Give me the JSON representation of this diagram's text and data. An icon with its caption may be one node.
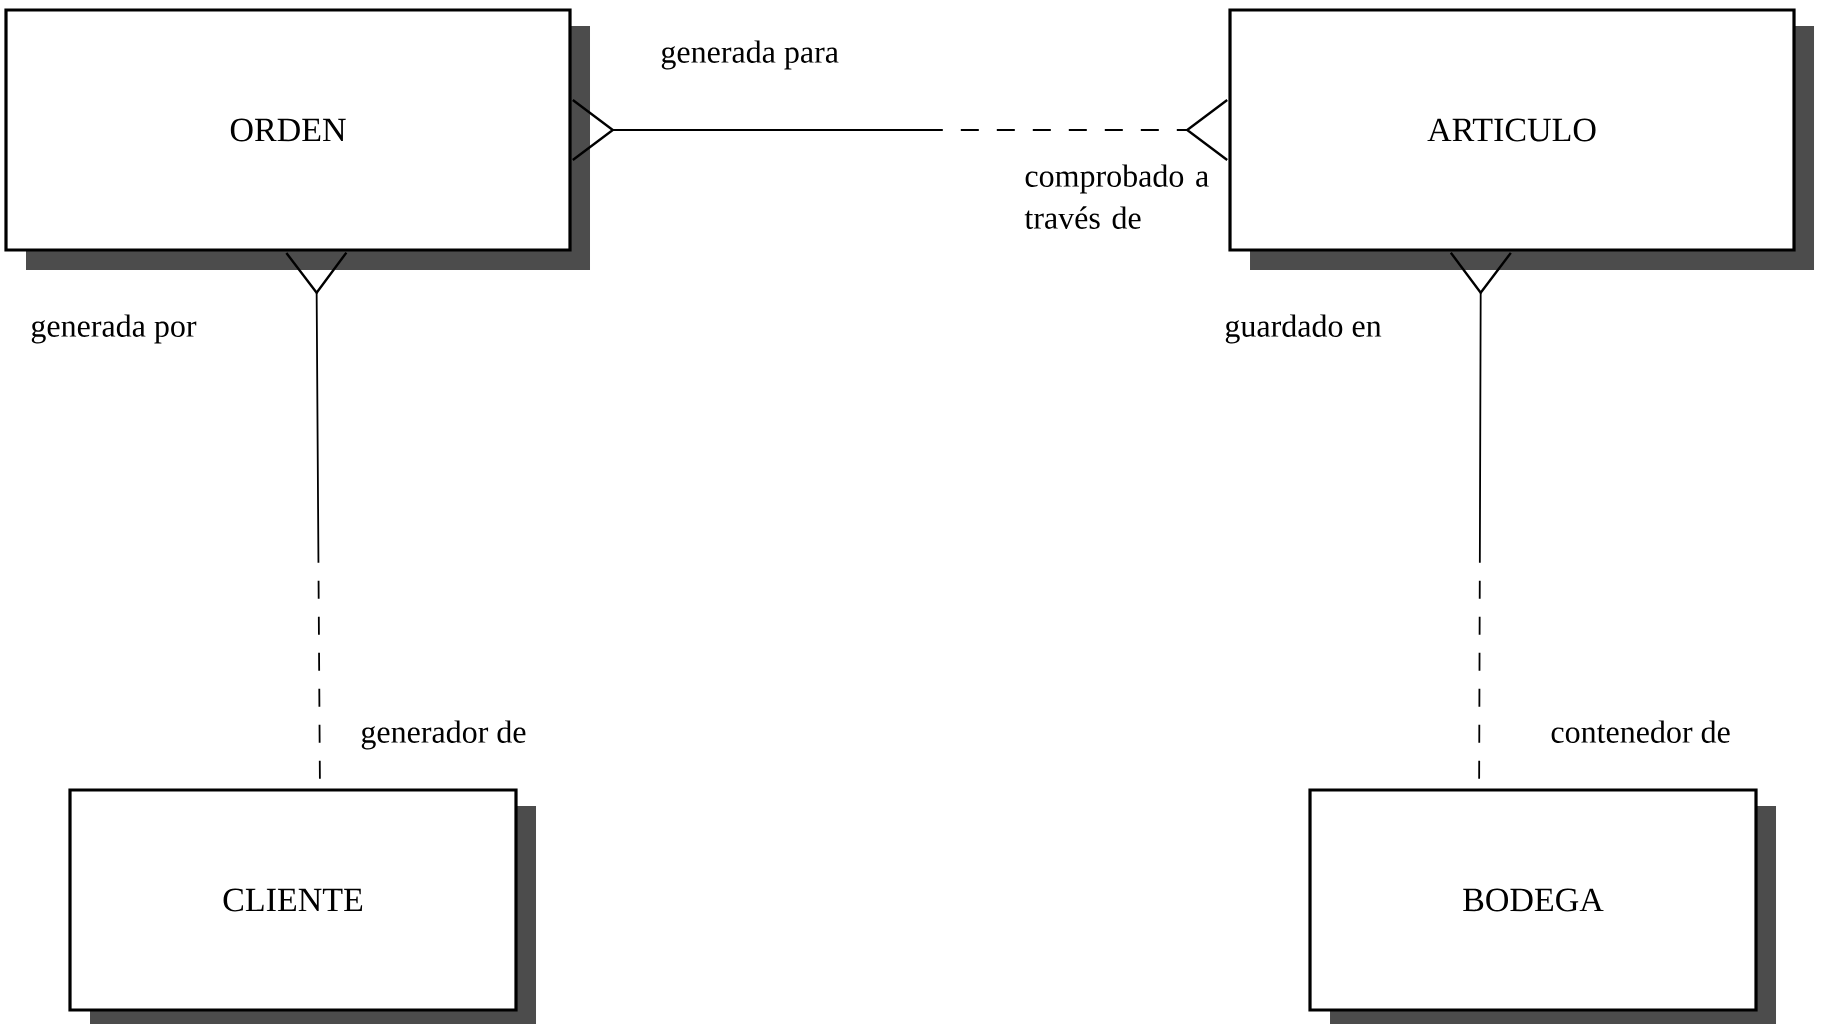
{
  "diagram": {
    "nodes": [
      {
        "text": [
          "ORDEN"
        ]
      },
      {
        "text": [
          "ARTICULO"
        ]
      },
      {
        "text": [
          "CLIENTE"
        ]
      },
      {
        "text": [
          "BODEGA"
        ]
      }
    ],
    "edges": [
      {
        "from": 0,
        "to": 1,
        "arrow": "other",
        "style": "dashed"
      },
      {
        "from": 0,
        "to": 2,
        "arrow": "other",
        "style": "dashed"
      },
      {
        "from": 1,
        "to": 3,
        "arrow": "other",
        "style": "dashed"
      }
    ],
    "labels": [
      "generada para",
      "comprobado a través de",
      "generada por",
      "guardado en",
      "generador de",
      "contenedor de"
    ]
  }
}
